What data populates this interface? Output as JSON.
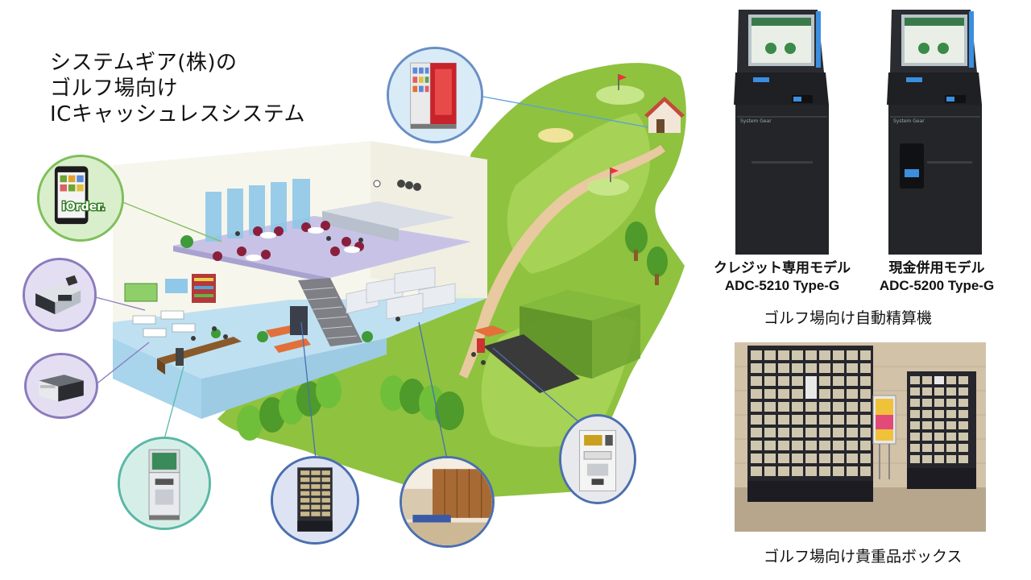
{
  "title": {
    "line1": "システムギア(株)の",
    "line2": "ゴルフ場向け",
    "line3": "ICキャッシュレスシステム"
  },
  "illustration": {
    "app_logo_text": "iOrder."
  },
  "kiosks": {
    "left": {
      "label_line1": "クレジット専用モデル",
      "label_line2": "ADC-5210 Type-G"
    },
    "right": {
      "label_line1": "現金併用モデル",
      "label_line2": "ADC-5200 Type-G"
    },
    "caption": "ゴルフ場向け自動精算機"
  },
  "lockers": {
    "caption": "ゴルフ場向け貴重品ボックス"
  },
  "colors": {
    "grass": "#8fc23f",
    "grass_dark": "#4e9a2a",
    "path": "#e8c9a0",
    "floor_lavender": "#c8c3e6",
    "floor_blue": "#a8d4ec",
    "circle_border_blue": "#6a8fc5",
    "circle_border_green": "#7fbf5a",
    "circle_border_purple": "#8b7bbd",
    "circle_border_teal": "#59b8a5",
    "kiosk_body": "#222428",
    "kiosk_accent": "#3c8ee0"
  }
}
